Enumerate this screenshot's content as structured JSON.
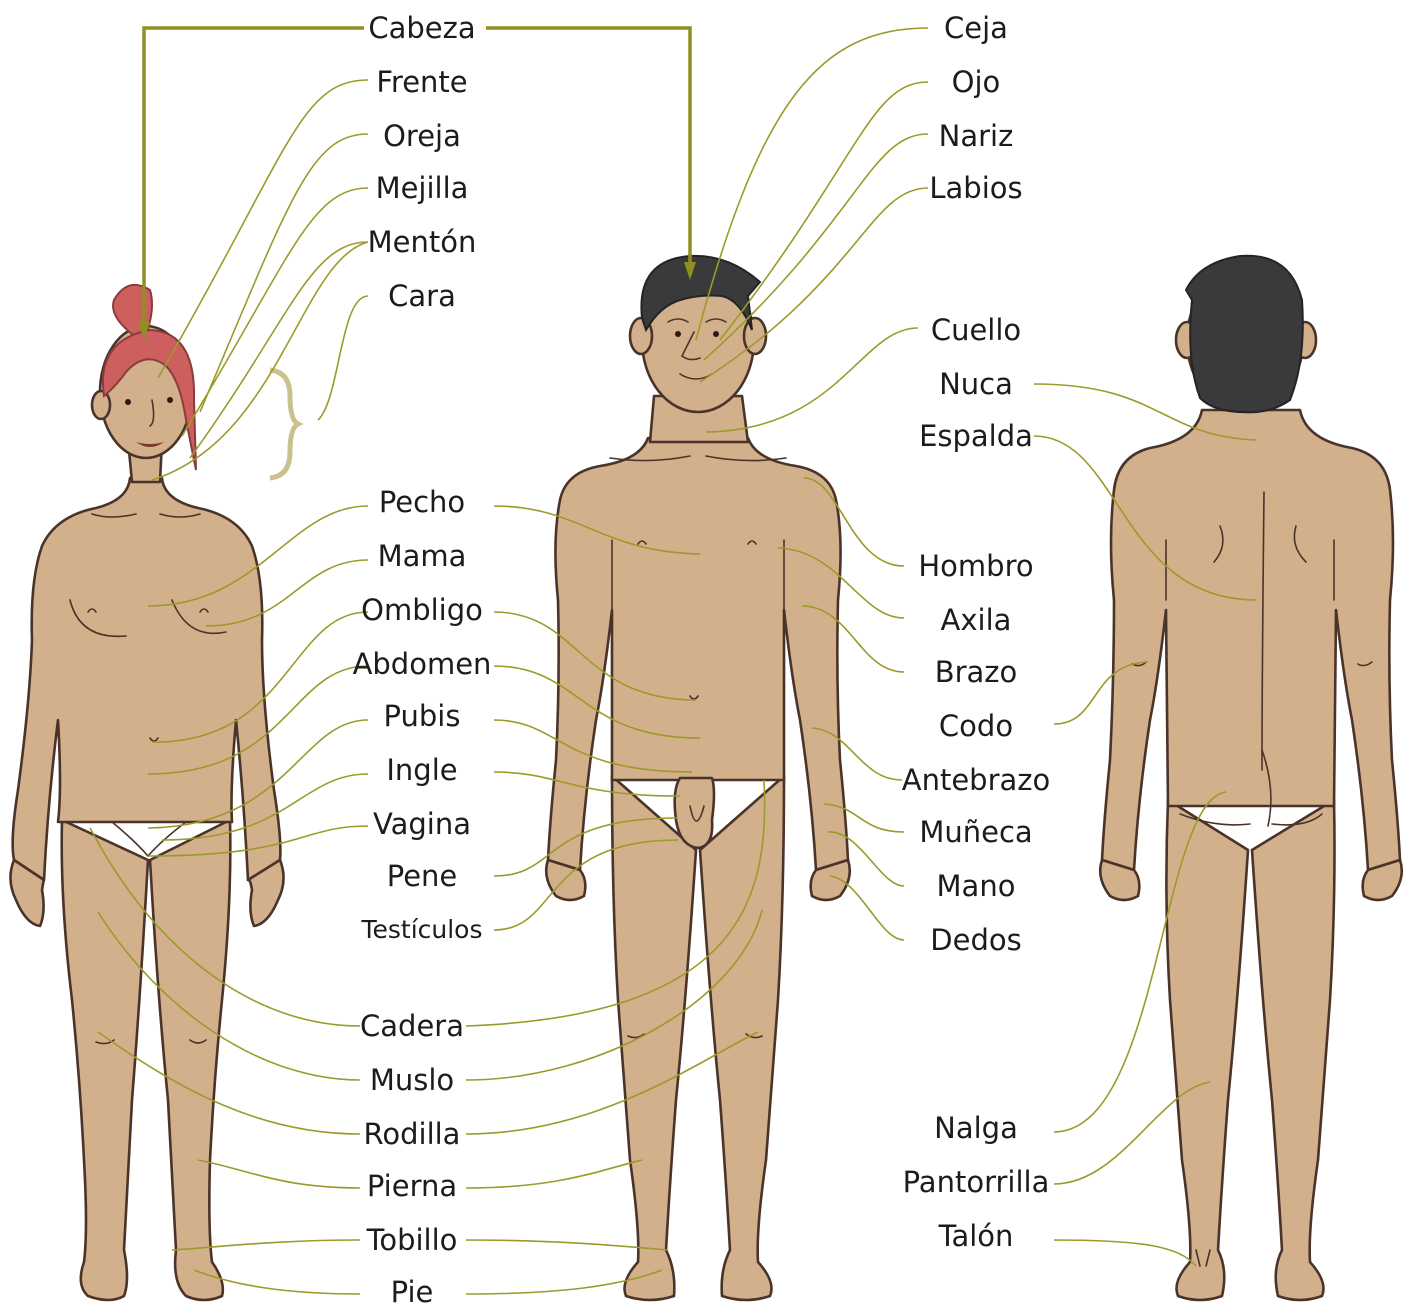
{
  "labels": {
    "cabeza": "Cabeza",
    "frente": "Frente",
    "oreja": "Oreja",
    "mejilla": "Mejilla",
    "menton": "Mentón",
    "cara": "Cara",
    "pecho": "Pecho",
    "mama": "Mama",
    "ombligo": "Ombligo",
    "abdomen": "Abdomen",
    "pubis": "Pubis",
    "ingle": "Ingle",
    "vagina": "Vagina",
    "pene": "Pene",
    "testiculos": "Testículos",
    "cadera": "Cadera",
    "muslo": "Muslo",
    "rodilla": "Rodilla",
    "pierna": "Pierna",
    "tobillo": "Tobillo",
    "pie": "Pie",
    "ceja": "Ceja",
    "ojo": "Ojo",
    "nariz": "Nariz",
    "labios": "Labios",
    "cuello": "Cuello",
    "nuca": "Nuca",
    "espalda": "Espalda",
    "hombro": "Hombro",
    "axila": "Axila",
    "brazo": "Brazo",
    "codo": "Codo",
    "antebrazo": "Antebrazo",
    "muneca": "Muñeca",
    "mano": "Mano",
    "dedos": "Dedos",
    "nalga": "Nalga",
    "pantorrilla": "Pantorrilla",
    "talon": "Talón"
  },
  "colors": {
    "skin": "#d3b08c",
    "outline": "#4a3328",
    "leader": "#9b9a2a",
    "hair_woman": "#cd5f5e",
    "hair_man": "#3a3a3c"
  }
}
